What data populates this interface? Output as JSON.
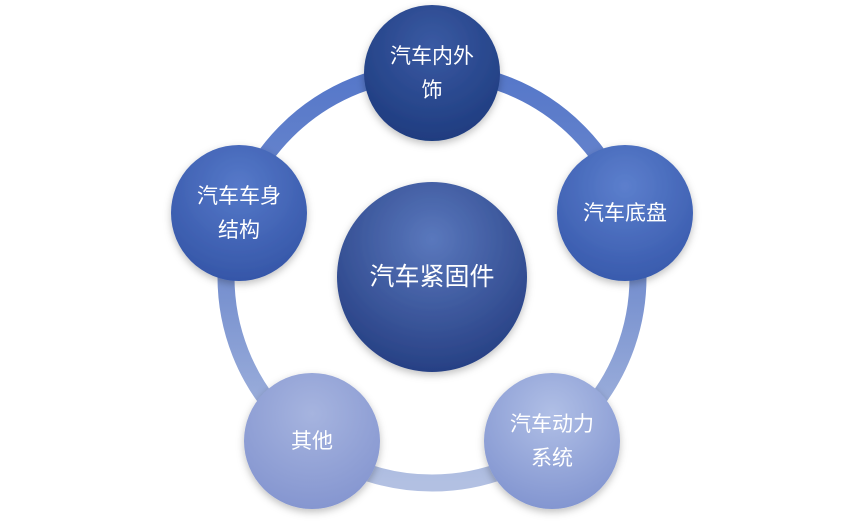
{
  "diagram": {
    "center": {
      "label": "汽车紧固件"
    },
    "nodes": [
      {
        "id": "interior-exterior",
        "label": "汽车内外\n饰"
      },
      {
        "id": "chassis",
        "label": "汽车底盘"
      },
      {
        "id": "powertrain",
        "label": "汽车动力\n系统"
      },
      {
        "id": "other",
        "label": "其他"
      },
      {
        "id": "body-structure",
        "label": "汽车车身\n结构"
      }
    ],
    "colors": {
      "ring_dark": "#4a6fc4",
      "ring_light": "#a9b8dc",
      "center_top": "#4c6db3",
      "center_bottom": "#253f85",
      "node_dark": "#1f3d83",
      "node_mid": "#3d63b5",
      "node_light": "#93a5d6"
    }
  }
}
